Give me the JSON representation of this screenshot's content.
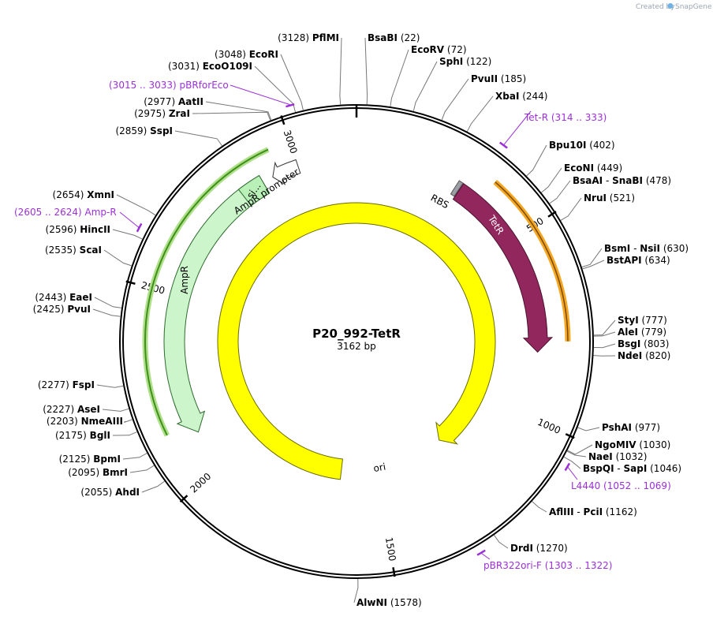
{
  "credit": {
    "prefix": "Created by",
    "brand": "SnapGene"
  },
  "plasmid": {
    "name": "P20_992-TetR",
    "size_label": "3162 bp",
    "length": 3162
  },
  "ticks": [
    {
      "bp": 500,
      "label": "500"
    },
    {
      "bp": 1000,
      "label": "1000"
    },
    {
      "bp": 1500,
      "label": "1500"
    },
    {
      "bp": 2000,
      "label": "2000"
    },
    {
      "bp": 2500,
      "label": "2500"
    },
    {
      "bp": 3000,
      "label": "3000"
    }
  ],
  "sites": [
    {
      "key": "pflmi",
      "bp": 3128,
      "name": "PflMI",
      "pos": "(3128)"
    },
    {
      "key": "bsabi",
      "bp": 22,
      "name": "BsaBI",
      "pos": "(22)"
    },
    {
      "key": "ecorv",
      "bp": 72,
      "name": "EcoRV",
      "pos": "(72)"
    },
    {
      "key": "sphi",
      "bp": 122,
      "name": "SphI",
      "pos": "(122)"
    },
    {
      "key": "pvuii",
      "bp": 185,
      "name": "PvuII",
      "pos": "(185)"
    },
    {
      "key": "xbai",
      "bp": 244,
      "name": "XbaI",
      "pos": "(244)"
    },
    {
      "key": "bpu10i",
      "bp": 402,
      "name": "Bpu10I",
      "pos": "(402)"
    },
    {
      "key": "econi",
      "bp": 449,
      "name": "EcoNI",
      "pos": "(449)"
    },
    {
      "key": "bsaai",
      "bp": 478,
      "name": "BsaAI",
      "name2": "SnaBI",
      "pos": "(478)"
    },
    {
      "key": "nrui",
      "bp": 521,
      "name": "NruI",
      "pos": "(521)"
    },
    {
      "key": "bsmi",
      "bp": 630,
      "name": "BsmI",
      "name2": "NsiI",
      "pos": "(630)"
    },
    {
      "key": "bstapi",
      "bp": 634,
      "name": "BstAPI",
      "pos": "(634)"
    },
    {
      "key": "styi",
      "bp": 777,
      "name": "StyI",
      "pos": "(777)"
    },
    {
      "key": "alei",
      "bp": 779,
      "name": "AleI",
      "pos": "(779)"
    },
    {
      "key": "bsgi",
      "bp": 803,
      "name": "BsgI",
      "pos": "(803)"
    },
    {
      "key": "ndei",
      "bp": 820,
      "name": "NdeI",
      "pos": "(820)"
    },
    {
      "key": "pshai",
      "bp": 977,
      "name": "PshAI",
      "pos": "(977)"
    },
    {
      "key": "ngomiv",
      "bp": 1030,
      "name": "NgoMIV",
      "pos": "(1030)"
    },
    {
      "key": "naei",
      "bp": 1032,
      "name": "NaeI",
      "pos": "(1032)"
    },
    {
      "key": "bspqi",
      "bp": 1046,
      "name": "BspQI",
      "name2": "SapI",
      "pos": "(1046)"
    },
    {
      "key": "aflIII",
      "bp": 1162,
      "name": "AflIII",
      "name2": "PciI",
      "pos": "(1162)"
    },
    {
      "key": "drdi",
      "bp": 1270,
      "name": "DrdI",
      "pos": "(1270)"
    },
    {
      "key": "alwni",
      "bp": 1578,
      "name": "AlwNI",
      "pos": "(1578)"
    },
    {
      "key": "ahdi",
      "bp": 2055,
      "name": "AhdI",
      "pos": "(2055)"
    },
    {
      "key": "bmri",
      "bp": 2095,
      "name": "BmrI",
      "pos": "(2095)"
    },
    {
      "key": "bpmi",
      "bp": 2125,
      "name": "BpmI",
      "pos": "(2125)"
    },
    {
      "key": "bgli",
      "bp": 2175,
      "name": "BglI",
      "pos": "(2175)"
    },
    {
      "key": "nmeaiii",
      "bp": 2203,
      "name": "NmeAIII",
      "pos": "(2203)"
    },
    {
      "key": "asei",
      "bp": 2227,
      "name": "AseI",
      "pos": "(2227)"
    },
    {
      "key": "fspi",
      "bp": 2277,
      "name": "FspI",
      "pos": "(2277)"
    },
    {
      "key": "pvui",
      "bp": 2425,
      "name": "PvuI",
      "pos": "(2425)"
    },
    {
      "key": "eaei",
      "bp": 2443,
      "name": "EaeI",
      "pos": "(2443)"
    },
    {
      "key": "scai",
      "bp": 2535,
      "name": "ScaI",
      "pos": "(2535)"
    },
    {
      "key": "hincii",
      "bp": 2596,
      "name": "HincII",
      "pos": "(2596)"
    },
    {
      "key": "xmni",
      "bp": 2654,
      "name": "XmnI",
      "pos": "(2654)"
    },
    {
      "key": "sspi",
      "bp": 2859,
      "name": "SspI",
      "pos": "(2859)"
    },
    {
      "key": "zrai",
      "bp": 2975,
      "name": "ZraI",
      "pos": "(2975)"
    },
    {
      "key": "aatii",
      "bp": 2977,
      "name": "AatII",
      "pos": "(2977)"
    },
    {
      "key": "ecoo109i",
      "bp": 3031,
      "name": "EcoO109I",
      "pos": "(3031)"
    },
    {
      "key": "ecori",
      "bp": 3048,
      "name": "EcoRI",
      "pos": "(3048)"
    }
  ],
  "primers": [
    {
      "key": "pbrforeco",
      "start": 3015,
      "end": 3033,
      "name": "pBRforEco",
      "range": "(3015 .. 3033)"
    },
    {
      "key": "tetr",
      "start": 314,
      "end": 333,
      "name": "Tet-R",
      "range": "(314 .. 333)"
    },
    {
      "key": "l4440",
      "start": 1052,
      "end": 1069,
      "name": "L4440",
      "range": "(1052 .. 1069)"
    },
    {
      "key": "pbr322ori",
      "start": 1303,
      "end": 1322,
      "name": "pBR322ori-F",
      "range": "(1303 .. 1322)"
    },
    {
      "key": "ampr",
      "start": 2605,
      "end": 2624,
      "name": "Amp-R",
      "range": "(2605 .. 2624)"
    }
  ],
  "features": {
    "tetr": {
      "label": "TetR",
      "color": "#92275e"
    },
    "rbs": {
      "label": "RBS",
      "color": "#9aa0a6"
    },
    "ori": {
      "label": "ori",
      "color": "#ffff00"
    },
    "ampr": {
      "label": "AmpR",
      "color": "#ccf5cc"
    },
    "ampr_promoter": {
      "label": "AmpR promoter",
      "color": "#ffffff"
    },
    "signal": {
      "label": "si..."
    }
  },
  "colors": {
    "primer": "#9b30d9",
    "tetr_primer_band": "#f5a623",
    "ampr_band": "#3f8f1a"
  }
}
